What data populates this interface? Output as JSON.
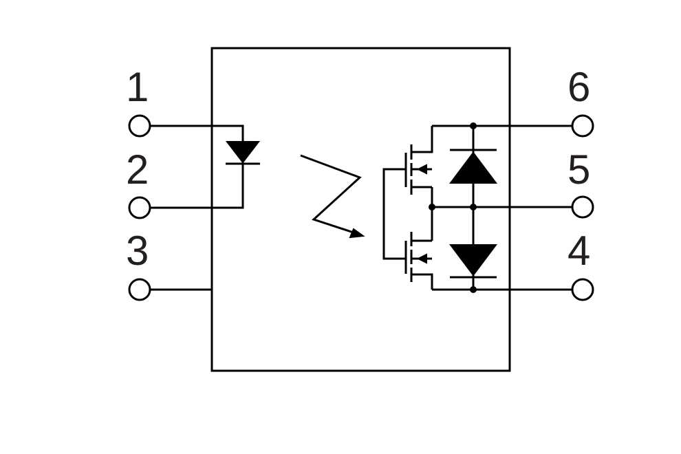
{
  "pins": {
    "p1": "1",
    "p2": "2",
    "p3": "3",
    "p4": "4",
    "p5": "5",
    "p6": "6"
  },
  "colors": {
    "line": "#000000",
    "label": "#231f20",
    "background": "#ffffff"
  }
}
